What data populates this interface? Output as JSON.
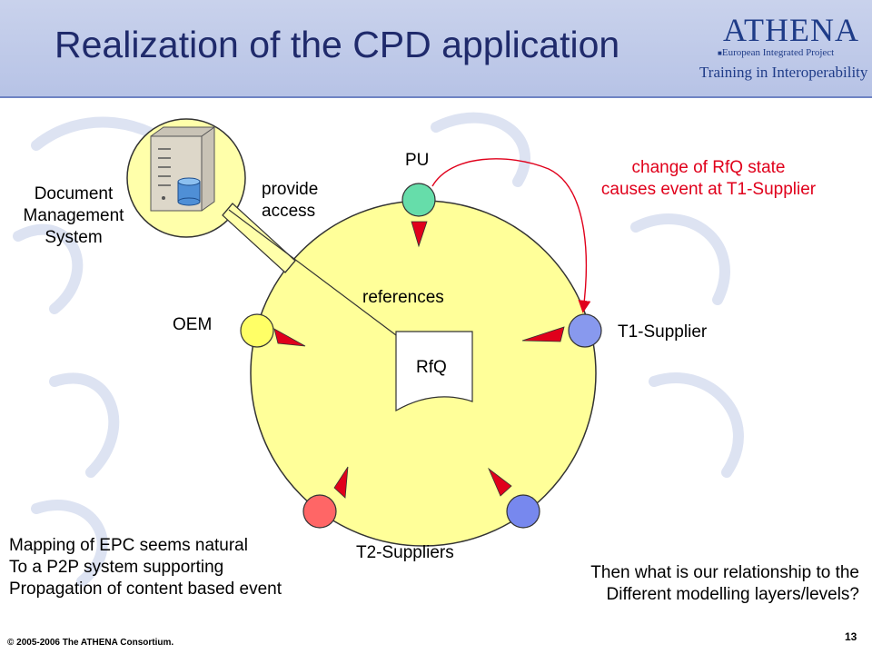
{
  "slide": {
    "title": "Realization of the CPD application",
    "page_number": "13",
    "copyright": "© 2005-2006 The ATHENA Consortium."
  },
  "logo": {
    "name": "ATHENA",
    "subtitle": "European Integrated Project",
    "tagline": "Training in Interoperability"
  },
  "diagram": {
    "dms_label": [
      "Document",
      "Management",
      "System"
    ],
    "provide_access": [
      "provide",
      "access"
    ],
    "references": "references",
    "document": "RfQ",
    "nodes": {
      "pu": "PU",
      "oem": "OEM",
      "t1": "T1-Supplier",
      "t2": "T2-Suppliers"
    },
    "event_note": [
      "change of RfQ state",
      "causes event at T1-Supplier"
    ],
    "colors": {
      "ring_fill": "#ffff99",
      "pu": "#66ddaa",
      "oem": "#ffff66",
      "t1": "#8899ee",
      "t2_left": "#ff6666",
      "t2_right": "#7788ee",
      "arrow": "#e0001b"
    }
  },
  "notes": {
    "left": [
      "Mapping of EPC seems natural",
      "To a P2P system supporting",
      "Propagation of content based event"
    ],
    "right": [
      "Then what is our relationship to the",
      "Different modelling layers/levels?"
    ]
  }
}
